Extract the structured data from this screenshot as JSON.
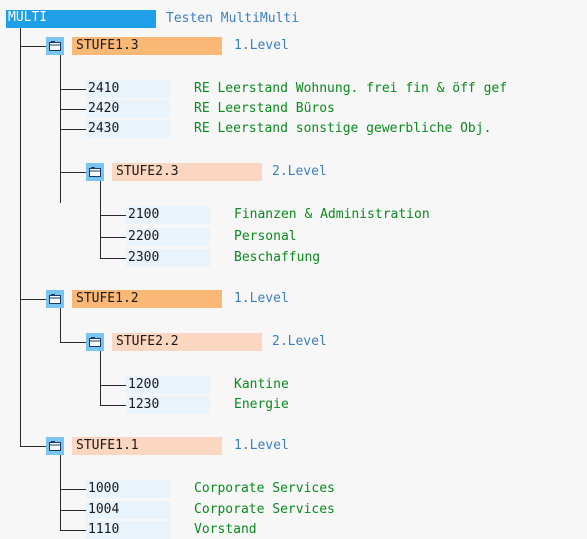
{
  "tree": {
    "root": {
      "label": "MULTI",
      "description": "Testen MultiMulti"
    },
    "nodes": [
      {
        "label": "STUFE1.3",
        "level": "1.Level",
        "items": [
          {
            "code": "2410",
            "desc": "RE Leerstand Wohnung. frei fin & öff gef"
          },
          {
            "code": "2420",
            "desc": "RE Leerstand Büros"
          },
          {
            "code": "2430",
            "desc": "RE Leerstand sonstige gewerbliche Obj."
          }
        ],
        "child": {
          "label": "STUFE2.3",
          "level": "2.Level",
          "items": [
            {
              "code": "2100",
              "desc": "Finanzen & Administration"
            },
            {
              "code": "2200",
              "desc": "Personal"
            },
            {
              "code": "2300",
              "desc": "Beschaffung"
            }
          ]
        }
      },
      {
        "label": "STUFE1.2",
        "level": "1.Level",
        "child": {
          "label": "STUFE2.2",
          "level": "2.Level",
          "items": [
            {
              "code": "1200",
              "desc": "Kantine"
            },
            {
              "code": "1230",
              "desc": "Energie"
            }
          ]
        }
      },
      {
        "label": "STUFE1.1",
        "level": "1.Level",
        "items": [
          {
            "code": "1000",
            "desc": "Corporate Services"
          },
          {
            "code": "1004",
            "desc": "Corporate Services"
          },
          {
            "code": "1110",
            "desc": "Vorstand"
          }
        ]
      }
    ]
  }
}
